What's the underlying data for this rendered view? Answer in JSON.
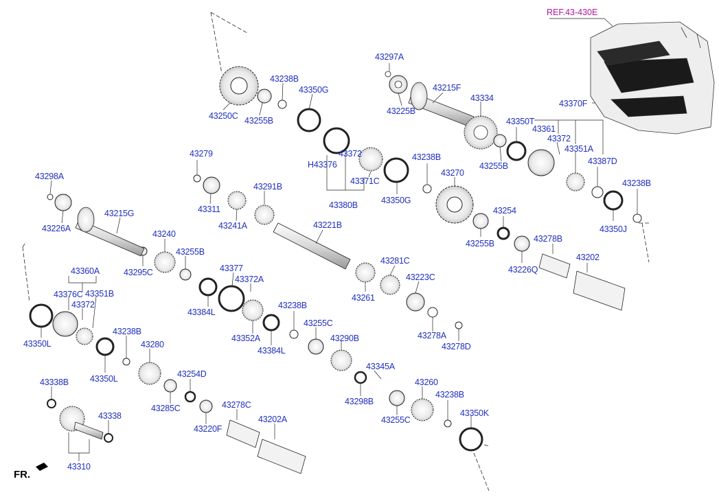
{
  "reference": {
    "label": "REF.43-430E",
    "color": "#b0179b"
  },
  "direction": {
    "label": "FR."
  },
  "label_color": "#1f2fbf",
  "parts": [
    {
      "id": "43297A"
    },
    {
      "id": "43215F"
    },
    {
      "id": "43225B"
    },
    {
      "id": "43334"
    },
    {
      "id": "43238B"
    },
    {
      "id": "43350G"
    },
    {
      "id": "43250C"
    },
    {
      "id": "43255B"
    },
    {
      "id": "43370F"
    },
    {
      "id": "43350T"
    },
    {
      "id": "43361"
    },
    {
      "id": "43372"
    },
    {
      "id": "43351A"
    },
    {
      "id": "43387D"
    },
    {
      "id": "43279"
    },
    {
      "id": "43371C"
    },
    {
      "id": "H43376"
    },
    {
      "id": "43380B"
    },
    {
      "id": "43270"
    },
    {
      "id": "43311"
    },
    {
      "id": "43241A"
    },
    {
      "id": "43291B"
    },
    {
      "id": "43298A"
    },
    {
      "id": "43226A"
    },
    {
      "id": "43215G"
    },
    {
      "id": "43221B"
    },
    {
      "id": "43254"
    },
    {
      "id": "43350J"
    },
    {
      "id": "43278B"
    },
    {
      "id": "43226Q"
    },
    {
      "id": "43202"
    },
    {
      "id": "43240"
    },
    {
      "id": "43295C"
    },
    {
      "id": "43360A"
    },
    {
      "id": "43377"
    },
    {
      "id": "43372A"
    },
    {
      "id": "43376C"
    },
    {
      "id": "43351B"
    },
    {
      "id": "43384L"
    },
    {
      "id": "43281C"
    },
    {
      "id": "43223C"
    },
    {
      "id": "43261"
    },
    {
      "id": "43352A"
    },
    {
      "id": "43350L"
    },
    {
      "id": "43278A"
    },
    {
      "id": "43278D"
    },
    {
      "id": "43290B"
    },
    {
      "id": "43280"
    },
    {
      "id": "43345A"
    },
    {
      "id": "43254D"
    },
    {
      "id": "43285C"
    },
    {
      "id": "43298B"
    },
    {
      "id": "43260"
    },
    {
      "id": "43338B"
    },
    {
      "id": "43278C"
    },
    {
      "id": "43338"
    },
    {
      "id": "43220F"
    },
    {
      "id": "43202A"
    },
    {
      "id": "43255C"
    },
    {
      "id": "43350K"
    },
    {
      "id": "43310"
    }
  ]
}
